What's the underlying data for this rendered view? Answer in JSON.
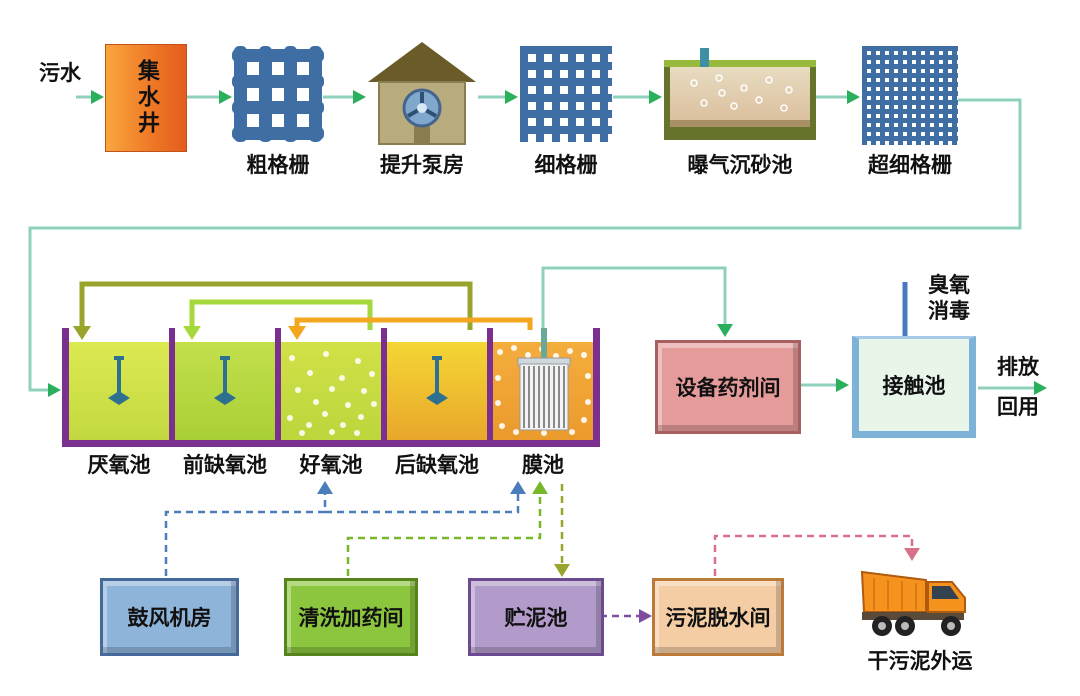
{
  "diagram": {
    "influent": "污水",
    "stages": [
      "集水井",
      "粗格栅",
      "提升泵房",
      "细格栅",
      "曝气沉砂池",
      "超细格栅"
    ],
    "tanks": [
      "厌氧池",
      "前缺氧池",
      "好氧池",
      "后缺氧池",
      "膜池"
    ],
    "chemical_room": "设备药剂间",
    "contact_tank": "接触池",
    "ozone": "臭氧\n消毒",
    "discharge": "排放",
    "reuse": "回用",
    "blower_room": "鼓风机房",
    "cleaning_room": "清洗加药间",
    "sludge_tank": "贮泥池",
    "dewatering_room": "污泥脱水间",
    "truck_label": "干污泥外运"
  },
  "colors": {
    "flow_line": "#8FD0BC",
    "flow_arrow": "#2AB05C",
    "tank_wall": "#7B2F8F",
    "screen_blue": "#3F6EA5",
    "well_orange": "#EF7A26",
    "ozone_arrow": "#4A78C0",
    "recycle_outer_olive": "#9AA32B",
    "recycle_mid_green": "#A5D83A",
    "recycle_inner_orange": "#F2A71F",
    "air_line_blue": "#4A7EBB",
    "chemical_line_green": "#76B82A",
    "sludge_line_olive": "#9AA32B",
    "sludge_transfer_purple": "#7D4EA0",
    "dry_sludge_line_pink": "#D9708A",
    "chemical_room_pink": "#E69B9B",
    "blower_blue": "#8FB4D9",
    "cleaning_green": "#8CC63F",
    "sludge_lavender": "#B29BCA",
    "dewatering_peach": "#F4CDA4"
  }
}
